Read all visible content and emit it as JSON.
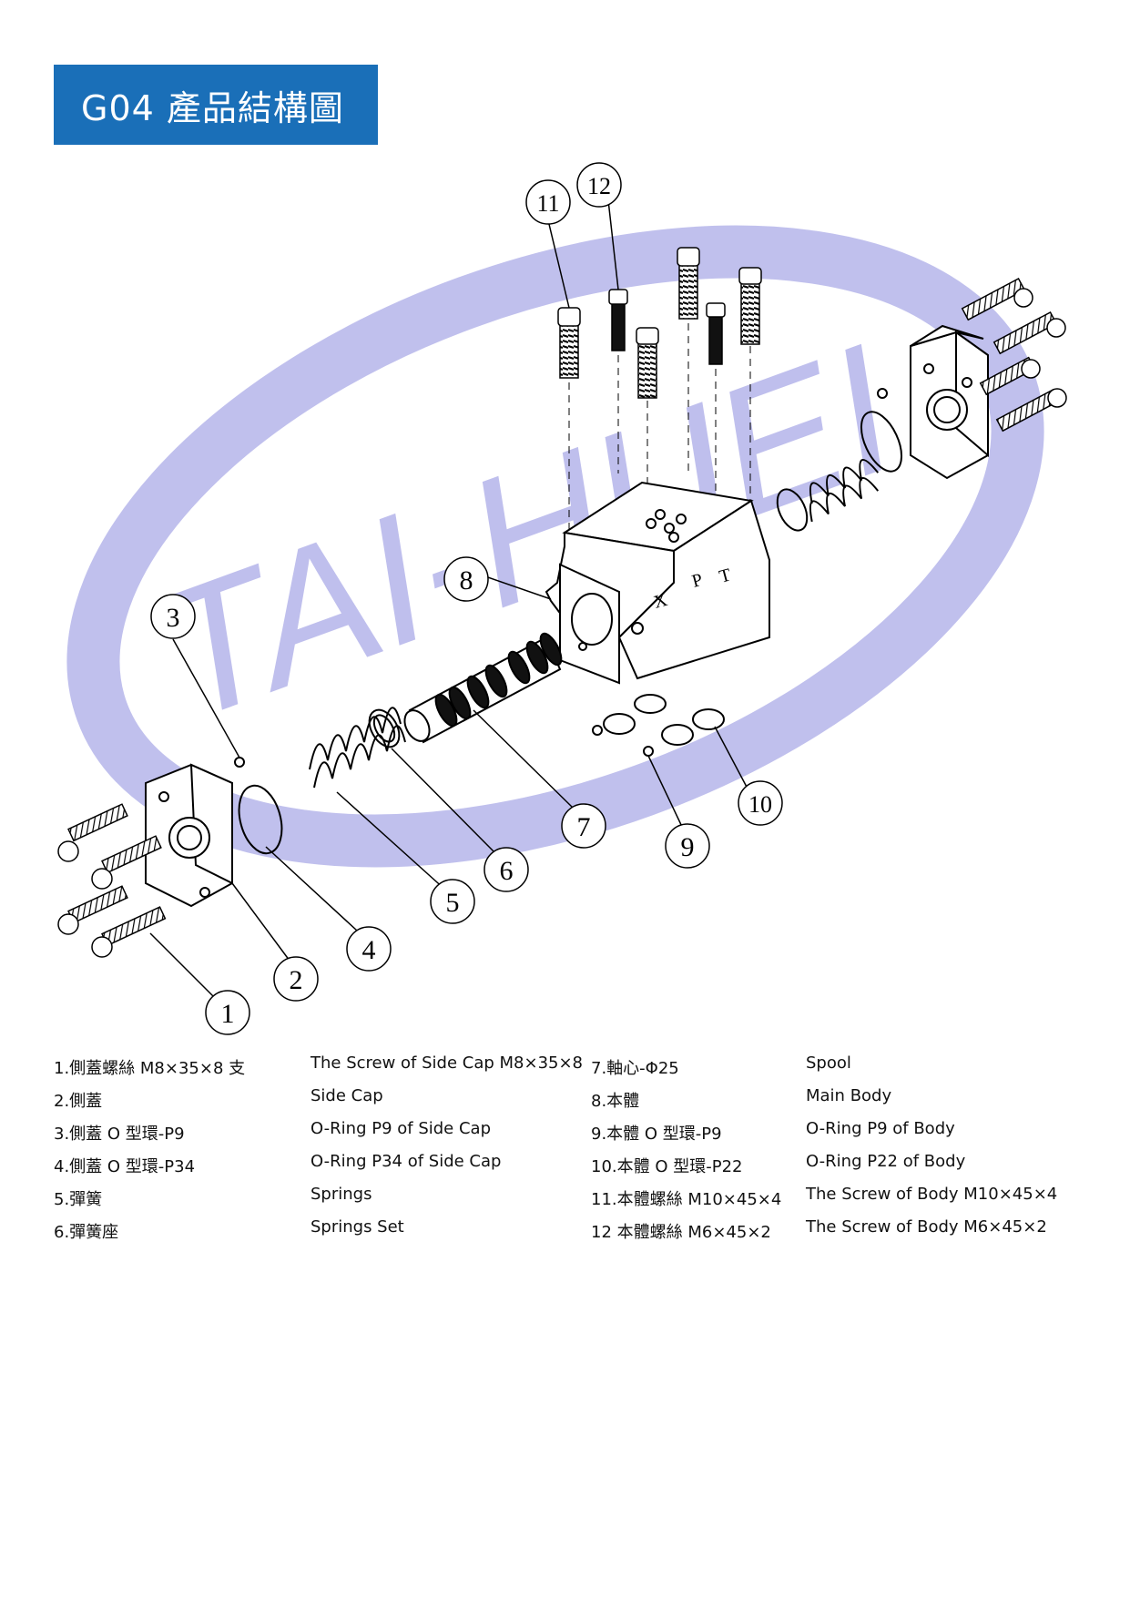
{
  "header": {
    "title": "G04 產品結構圖"
  },
  "watermark": {
    "text": "TAI-HUEI",
    "color": "#b5b5ea"
  },
  "accent_color": "#1a6fb8",
  "callouts": [
    "1",
    "2",
    "3",
    "4",
    "5",
    "6",
    "7",
    "8",
    "9",
    "10",
    "11",
    "12"
  ],
  "body_port_labels": [
    "X",
    "P",
    "T"
  ],
  "parts_left": [
    {
      "zh": "1.側蓋螺絲 M8×35×8 支",
      "en": "The Screw of Side Cap M8×35×8"
    },
    {
      "zh": "2.側蓋",
      "en": "Side Cap"
    },
    {
      "zh": "3.側蓋 O 型環-P9",
      "en": "O-Ring P9 of Side Cap"
    },
    {
      "zh": "4.側蓋 O 型環-P34",
      "en": "O-Ring P34 of Side Cap"
    },
    {
      "zh": "5.彈簧",
      "en": "Springs"
    },
    {
      "zh": "6.彈簧座",
      "en": "Springs Set"
    }
  ],
  "parts_right": [
    {
      "zh": "7.軸心-Φ25",
      "en": "Spool"
    },
    {
      "zh": "8.本體",
      "en": "Main Body"
    },
    {
      "zh": "9.本體 O 型環-P9",
      "en": "O-Ring P9 of Body"
    },
    {
      "zh": "10.本體 O 型環-P22",
      "en": "O-Ring P22 of Body"
    },
    {
      "zh": "11.本體螺絲 M10×45×4",
      "en": "The Screw of Body M10×45×4"
    },
    {
      "zh": "12 本體螺絲 M6×45×2",
      "en": "The Screw of Body M6×45×2"
    }
  ]
}
